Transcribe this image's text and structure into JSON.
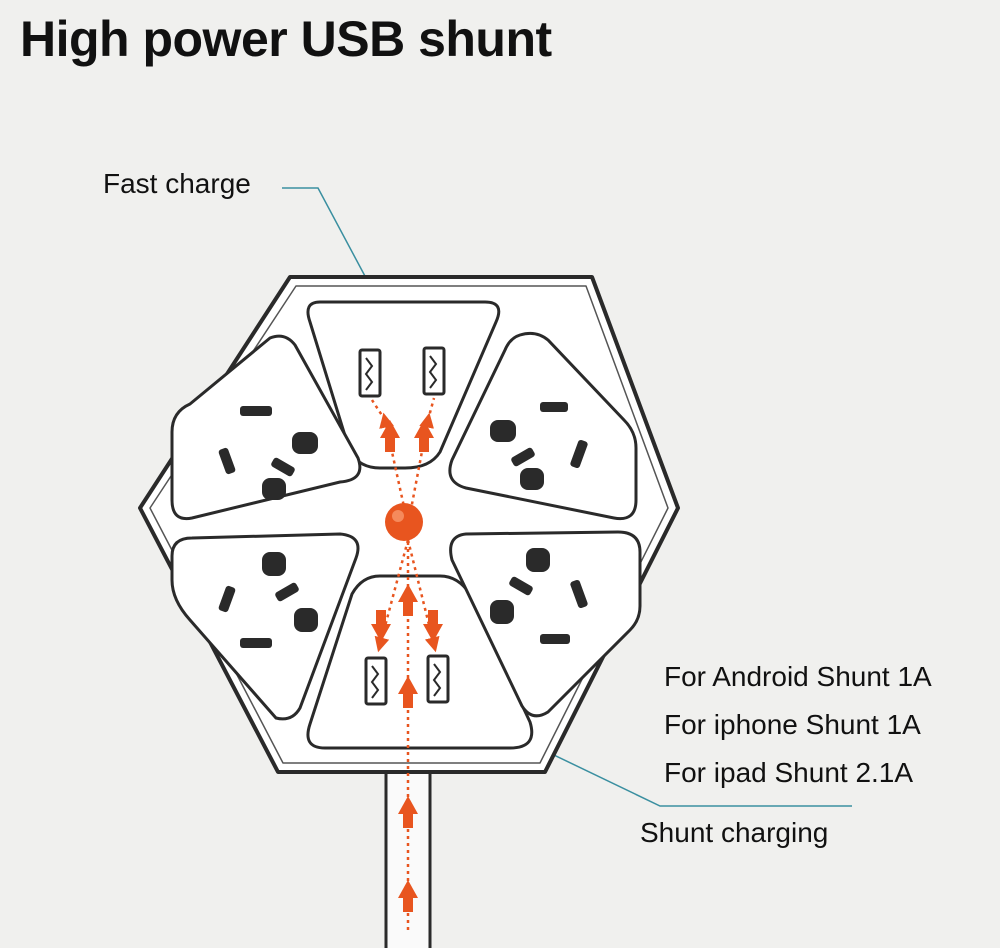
{
  "title": "High power USB shunt",
  "callouts": {
    "fast_charge": "Fast charge",
    "shunt_charging": "Shunt charging"
  },
  "specs": [
    "For Android Shunt 1A",
    "For iphone Shunt 1A",
    "For ipad Shunt 2.1A"
  ],
  "colors": {
    "accent": "#e8551f",
    "outline": "#2a2a2a",
    "leader": "#3a8fa0",
    "background": "#f0f0ee"
  }
}
